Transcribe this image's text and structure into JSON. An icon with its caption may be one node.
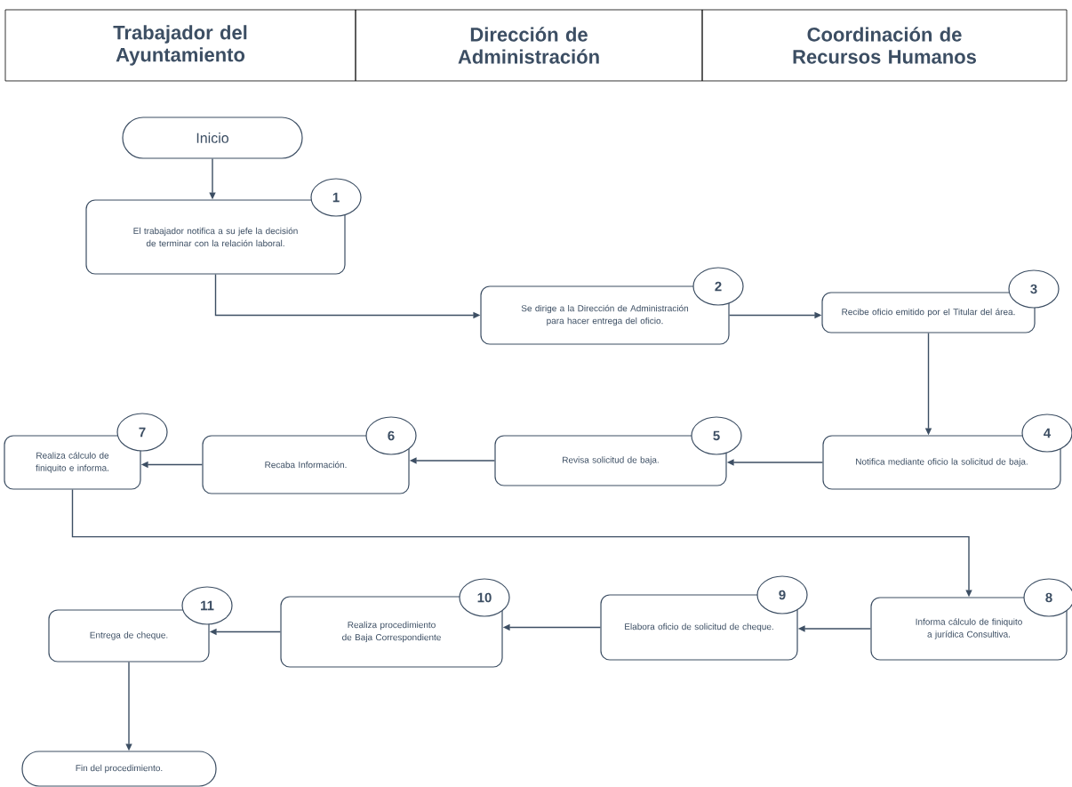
{
  "diagram": {
    "nodes": [
      {
        "text": [
          "Inicio"
        ]
      },
      {
        "text": [
          "1",
          "El trabajador notifica a su jefe la decisión de terminar con la relación laboral."
        ]
      },
      {
        "text": [
          "2",
          "Se dirige a la Dirección de Administración para hacer entrega del oficio."
        ]
      },
      {
        "text": [
          "3",
          "Recibe oficio emitido por el Titular del área."
        ]
      },
      {
        "text": [
          "4",
          "Notifica mediante oficio la solicitud de baja."
        ]
      },
      {
        "text": [
          "5",
          "Revisa solicitud de baja."
        ]
      },
      {
        "text": [
          "6",
          "Recaba Información."
        ]
      },
      {
        "text": [
          "7",
          "Realiza cálculo de finiquito e informa."
        ]
      },
      {
        "text": [
          "8",
          "Informa cálculo de finiquito a jurídica Consultiva."
        ]
      },
      {
        "text": [
          "9",
          "Elabora oficio de solicitud de cheque."
        ]
      },
      {
        "text": [
          "10",
          "Realiza procedimiento de Baja Correspondiente"
        ]
      },
      {
        "text": [
          "11",
          "Entrega de cheque."
        ]
      },
      {
        "text": [
          "Fin del procedimiento."
        ]
      }
    ],
    "edges": [
      {
        "from": 0,
        "to": 1,
        "arrow": "to"
      },
      {
        "from": 1,
        "to": 2,
        "arrow": "to"
      },
      {
        "from": 2,
        "to": 3,
        "arrow": "to"
      },
      {
        "from": 3,
        "to": 4,
        "arrow": "to"
      },
      {
        "from": 4,
        "to": 5,
        "arrow": "to"
      },
      {
        "from": 5,
        "to": 6,
        "arrow": "to"
      },
      {
        "from": 6,
        "to": 7,
        "arrow": "to"
      },
      {
        "from": 7,
        "to": 8,
        "arrow": "to"
      },
      {
        "from": 8,
        "to": 9,
        "arrow": "to"
      },
      {
        "from": 9,
        "to": 10,
        "arrow": "to"
      },
      {
        "from": 10,
        "to": 11,
        "arrow": "to"
      },
      {
        "from": 11,
        "to": 12,
        "arrow": "to"
      }
    ],
    "labels": [
      "Trabajador del Ayuntamiento",
      "Dirección de Administración",
      "Coordinación de Recursos Humanos"
    ]
  }
}
